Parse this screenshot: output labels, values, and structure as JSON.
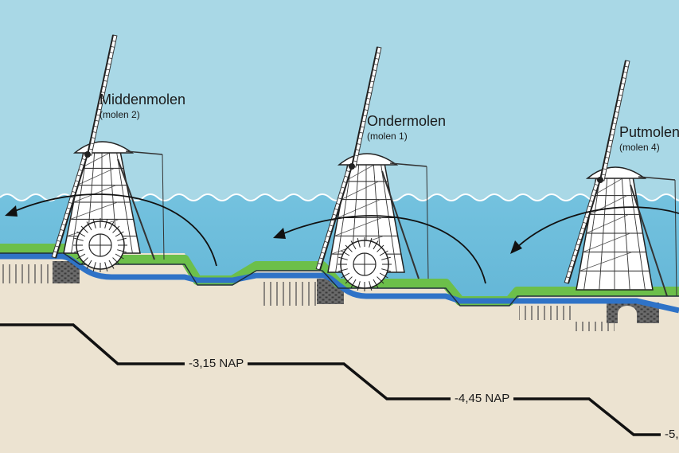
{
  "mills": [
    {
      "name": "Middenmolen",
      "sub": "(molen 2)"
    },
    {
      "name": "Ondermolen",
      "sub": "(molen 1)"
    },
    {
      "name": "Putmolen",
      "sub": "(molen 4)"
    }
  ],
  "levels": [
    "-3,15 NAP",
    "-4,45 NAP",
    "-5,"
  ],
  "colors": {
    "sky": "#a9d8e6",
    "water": "#5fb4d3",
    "ground": "#ece3d1",
    "canal": "#2f73c7",
    "dike": "#6cbf4a"
  }
}
